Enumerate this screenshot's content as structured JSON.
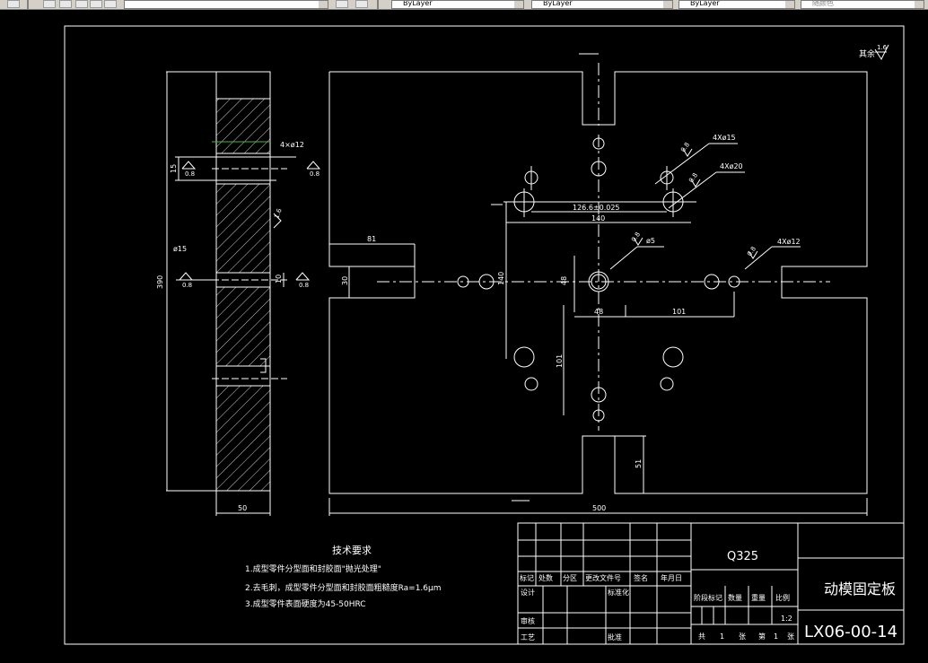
{
  "toolbar": {
    "layer_combo": "",
    "color_combo": "ByLayer",
    "linetype_combo": "ByLayer",
    "lineweight_combo": "ByLayer",
    "plotstyle_combo": "随颜色"
  },
  "drawing": {
    "roughness_note": "其余",
    "roughness_top_value": "1.6",
    "side_view": {
      "dim_4x12": "4×ø12",
      "dim_15": "15",
      "dim_08_a": "0.8",
      "dim_08_b": "0.8",
      "dim_16": "1.6",
      "dim_phi15": "ø15",
      "dim_390": "390",
      "dim_08_c": "0.8",
      "dim_10": "10",
      "dim_08_d": "0.8",
      "dim_50": "50"
    },
    "front_view": {
      "dim_4x15": "4Xø15",
      "dim_4x20": "4Xø20",
      "dim_08_e": "0.8",
      "dim_08_f": "0.8",
      "dim_126": "126.6±0.025",
      "dim_140_h": "140",
      "dim_phi5": "ø5",
      "dim_08_g": "0.8",
      "dim_4x12b": "4Xø12",
      "dim_08_h": "0.8",
      "dim_81": "81",
      "dim_30": "30",
      "dim_140_v": "140",
      "dim_48_v": "48",
      "dim_48_h": "48",
      "dim_101_h": "101",
      "dim_101_v": "101",
      "dim_51": "51",
      "dim_500": "500"
    },
    "tech_req": {
      "title": "技术要求",
      "line1": "1.成型零件分型面和封胶面\"抛光处理\"",
      "line2": "2.去毛刺，成型零件分型面和封胶面粗糙度Ra=1.6μm",
      "line3": "3.成型零件表面硬度为45-50HRC"
    }
  },
  "title_block": {
    "material": "Q325",
    "part_name": "动模固定板",
    "drawing_no": "LX06-00-14",
    "h_mark": "标记",
    "h_count": "处数",
    "h_zone": "分区",
    "h_doc": "更改文件号",
    "h_sign": "签名",
    "h_date": "年月日",
    "design": "设计",
    "standard": "标准化",
    "stage": "阶段标记",
    "weight": "重量",
    "qty": "数量",
    "scale_label": "比例",
    "scale": "1:2",
    "check": "审核",
    "process": "工艺",
    "approve": "批准",
    "total": "共",
    "total_n": "1",
    "sheet": "张",
    "of": "第",
    "sheet_n": "1",
    "sheet2": "张"
  }
}
